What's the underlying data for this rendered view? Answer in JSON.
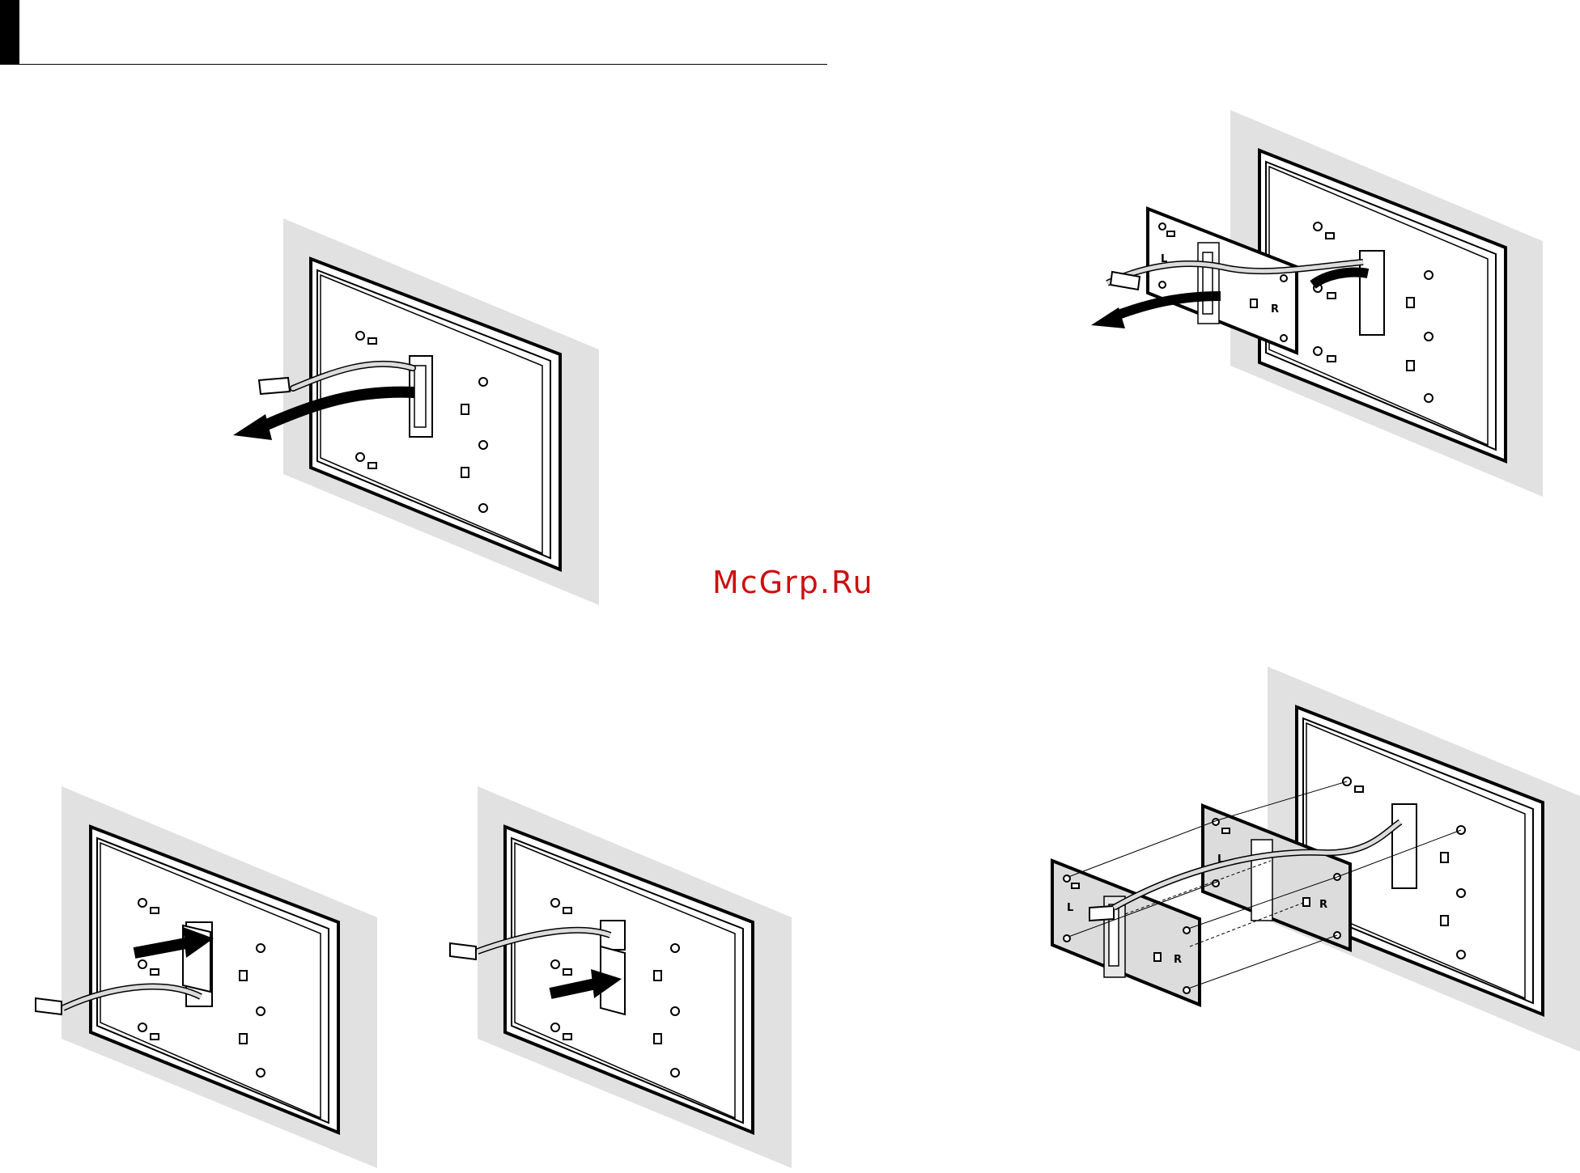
{
  "watermark": {
    "text": "McGrp.Ru",
    "color": "#cc1010"
  },
  "labels": {
    "left": "L",
    "right": "R"
  },
  "colors": {
    "wall": "#e1e1e1",
    "panel_bg": "#ffffff",
    "bracket_fill": "#dcdcdc",
    "ink": "#000000"
  }
}
